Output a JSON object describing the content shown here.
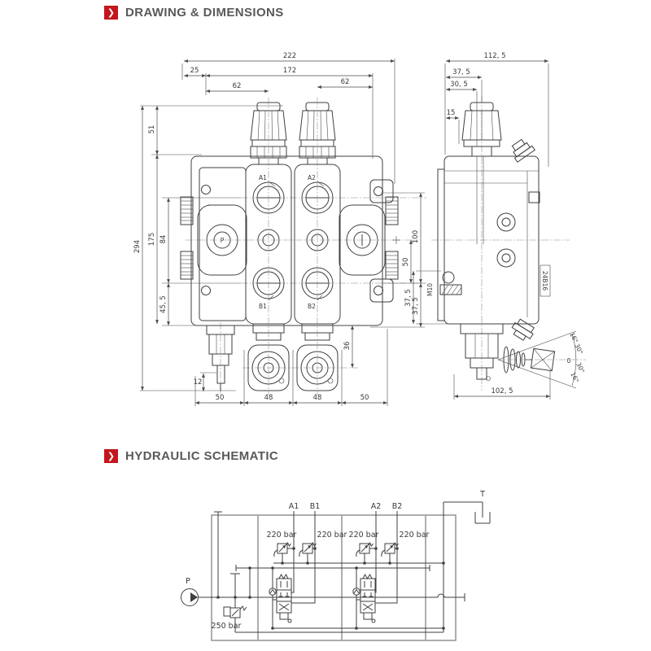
{
  "colors": {
    "accent_red": "#c3161d",
    "heading_gray": "#58595b",
    "line_dark": "#3f3f3f"
  },
  "headers": {
    "drawing": "DRAWING & DIMENSIONS",
    "schematic": "HYDRAULIC SCHEMATIC",
    "chevron": "❯"
  },
  "front_view": {
    "dim_222": "222",
    "dim_25": "25",
    "dim_172": "172",
    "dim_62_left": "62",
    "dim_62_right": "62",
    "dim_51": "51",
    "dim_294": "294",
    "dim_175": "175",
    "dim_84": "84",
    "dim_45_5": "45, 5",
    "dim_12": "12",
    "dim_100": "100",
    "dim_50_right": "50",
    "dim_37_5": "37, 5",
    "dim_36": "36",
    "dim_b50a": "50",
    "dim_b48a": "48",
    "dim_b48b": "48",
    "dim_b50b": "50",
    "port_a1": "A1",
    "port_a2": "A2",
    "port_b1": "B1",
    "port_b2": "B2",
    "port_p": "P"
  },
  "side_view": {
    "dim_112_5": "112, 5",
    "dim_37_5_top": "37, 5",
    "dim_30_5": "30, 5",
    "dim_15": "15",
    "dim_m10": "M10",
    "dim_37_5_left": "37, 5",
    "dim_102_5": "102, 5",
    "tag_24b16": "24B16",
    "angle_16_top": "16°",
    "angle_30_top": "30°",
    "angle_0": "0",
    "angle_30_bot": "30°",
    "angle_16_bot": "16°"
  },
  "schematic": {
    "port_p": "P",
    "port_t": "T",
    "port_a1": "A1",
    "port_b1": "B1",
    "port_a2": "A2",
    "port_b2": "B2",
    "relief_1": "220 bar",
    "relief_2": "220 bar",
    "relief_3": "220 bar",
    "relief_4": "220 bar",
    "main_relief": "250 bar"
  }
}
